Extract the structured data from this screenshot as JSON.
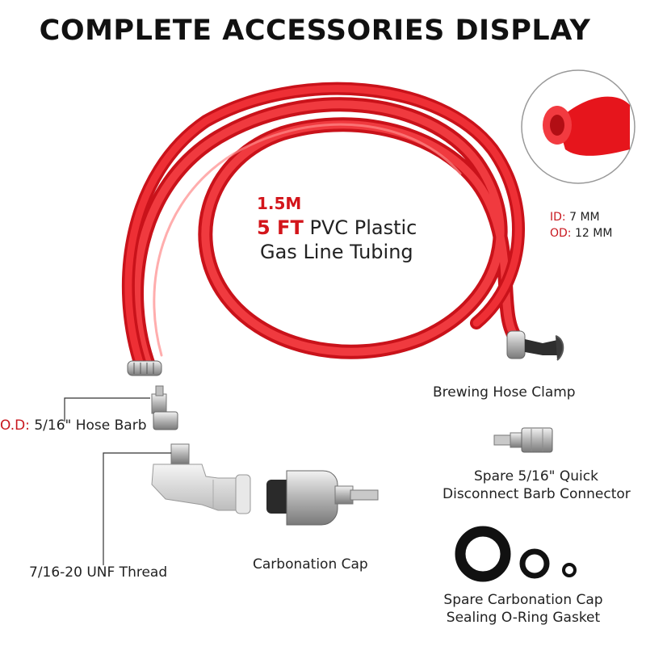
{
  "title": "COMPLETE ACCESSORIES DISPLAY",
  "tubing": {
    "length_m": "1.5M",
    "length_ft": "5 FT",
    "desc_line1": "PVC Plastic",
    "desc_line2": "Gas Line Tubing"
  },
  "spec": {
    "id_label": "ID:",
    "id_value": "7 MM",
    "od_label": "OD:",
    "od_value": "12 MM"
  },
  "labels": {
    "hose_clamp": "Brewing Hose Clamp",
    "hose_barb_prefix": "O.D:",
    "hose_barb": "5/16\" Hose Barb",
    "connector_line1": "Spare 5/16\" Quick",
    "connector_line2": "Disconnect Barb Connector",
    "thread": "7/16-20 UNF Thread",
    "carbonation_cap": "Carbonation Cap",
    "gasket_line1": "Spare Carbonation Cap",
    "gasket_line2": "Sealing O-Ring Gasket"
  },
  "colors": {
    "tube_red": "#e8191f",
    "accent_red": "#c8171e"
  }
}
